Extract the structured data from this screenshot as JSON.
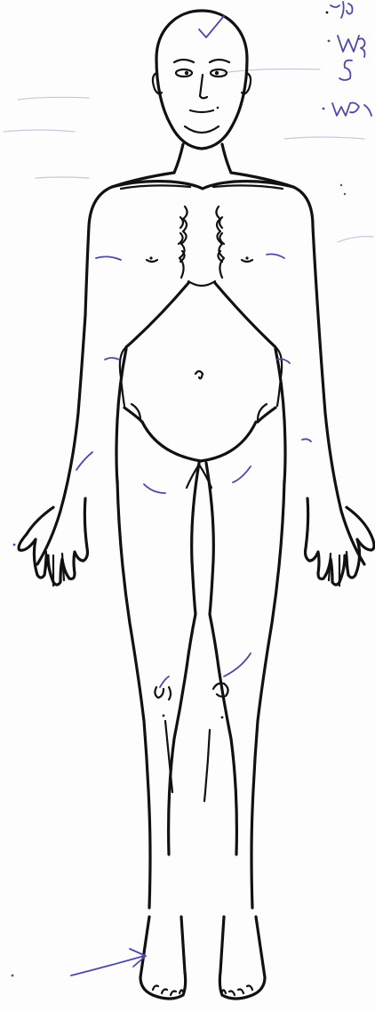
{
  "document": {
    "type": "body-chart",
    "view": "anterior",
    "ink_color": "#111111",
    "annotation_color": "#4b4aa8",
    "paper_color": "#fdfdfd"
  },
  "marks": {
    "head_check": "check-mark",
    "arrow": "arrow-pointing-to-right-foot"
  }
}
